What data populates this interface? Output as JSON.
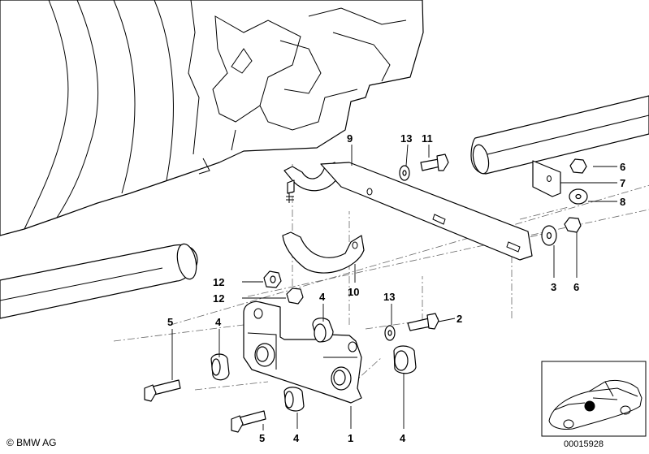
{
  "callouts": {
    "p1": "1",
    "p2": "2",
    "p3": "3",
    "p4a": "4",
    "p4b": "4",
    "p4c": "4",
    "p4d": "4",
    "p5a": "5",
    "p5b": "5",
    "p6a": "6",
    "p6b": "6",
    "p7": "7",
    "p8": "8",
    "p9": "9",
    "p10": "10",
    "p11": "11",
    "p12a": "12",
    "p12b": "12",
    "p13a": "13",
    "p13b": "13"
  },
  "footer": {
    "copyright": "© BMW AG",
    "doc_number": "00015928"
  },
  "colors": {
    "line": "#000000",
    "background": "#ffffff",
    "marker": "#000000"
  }
}
